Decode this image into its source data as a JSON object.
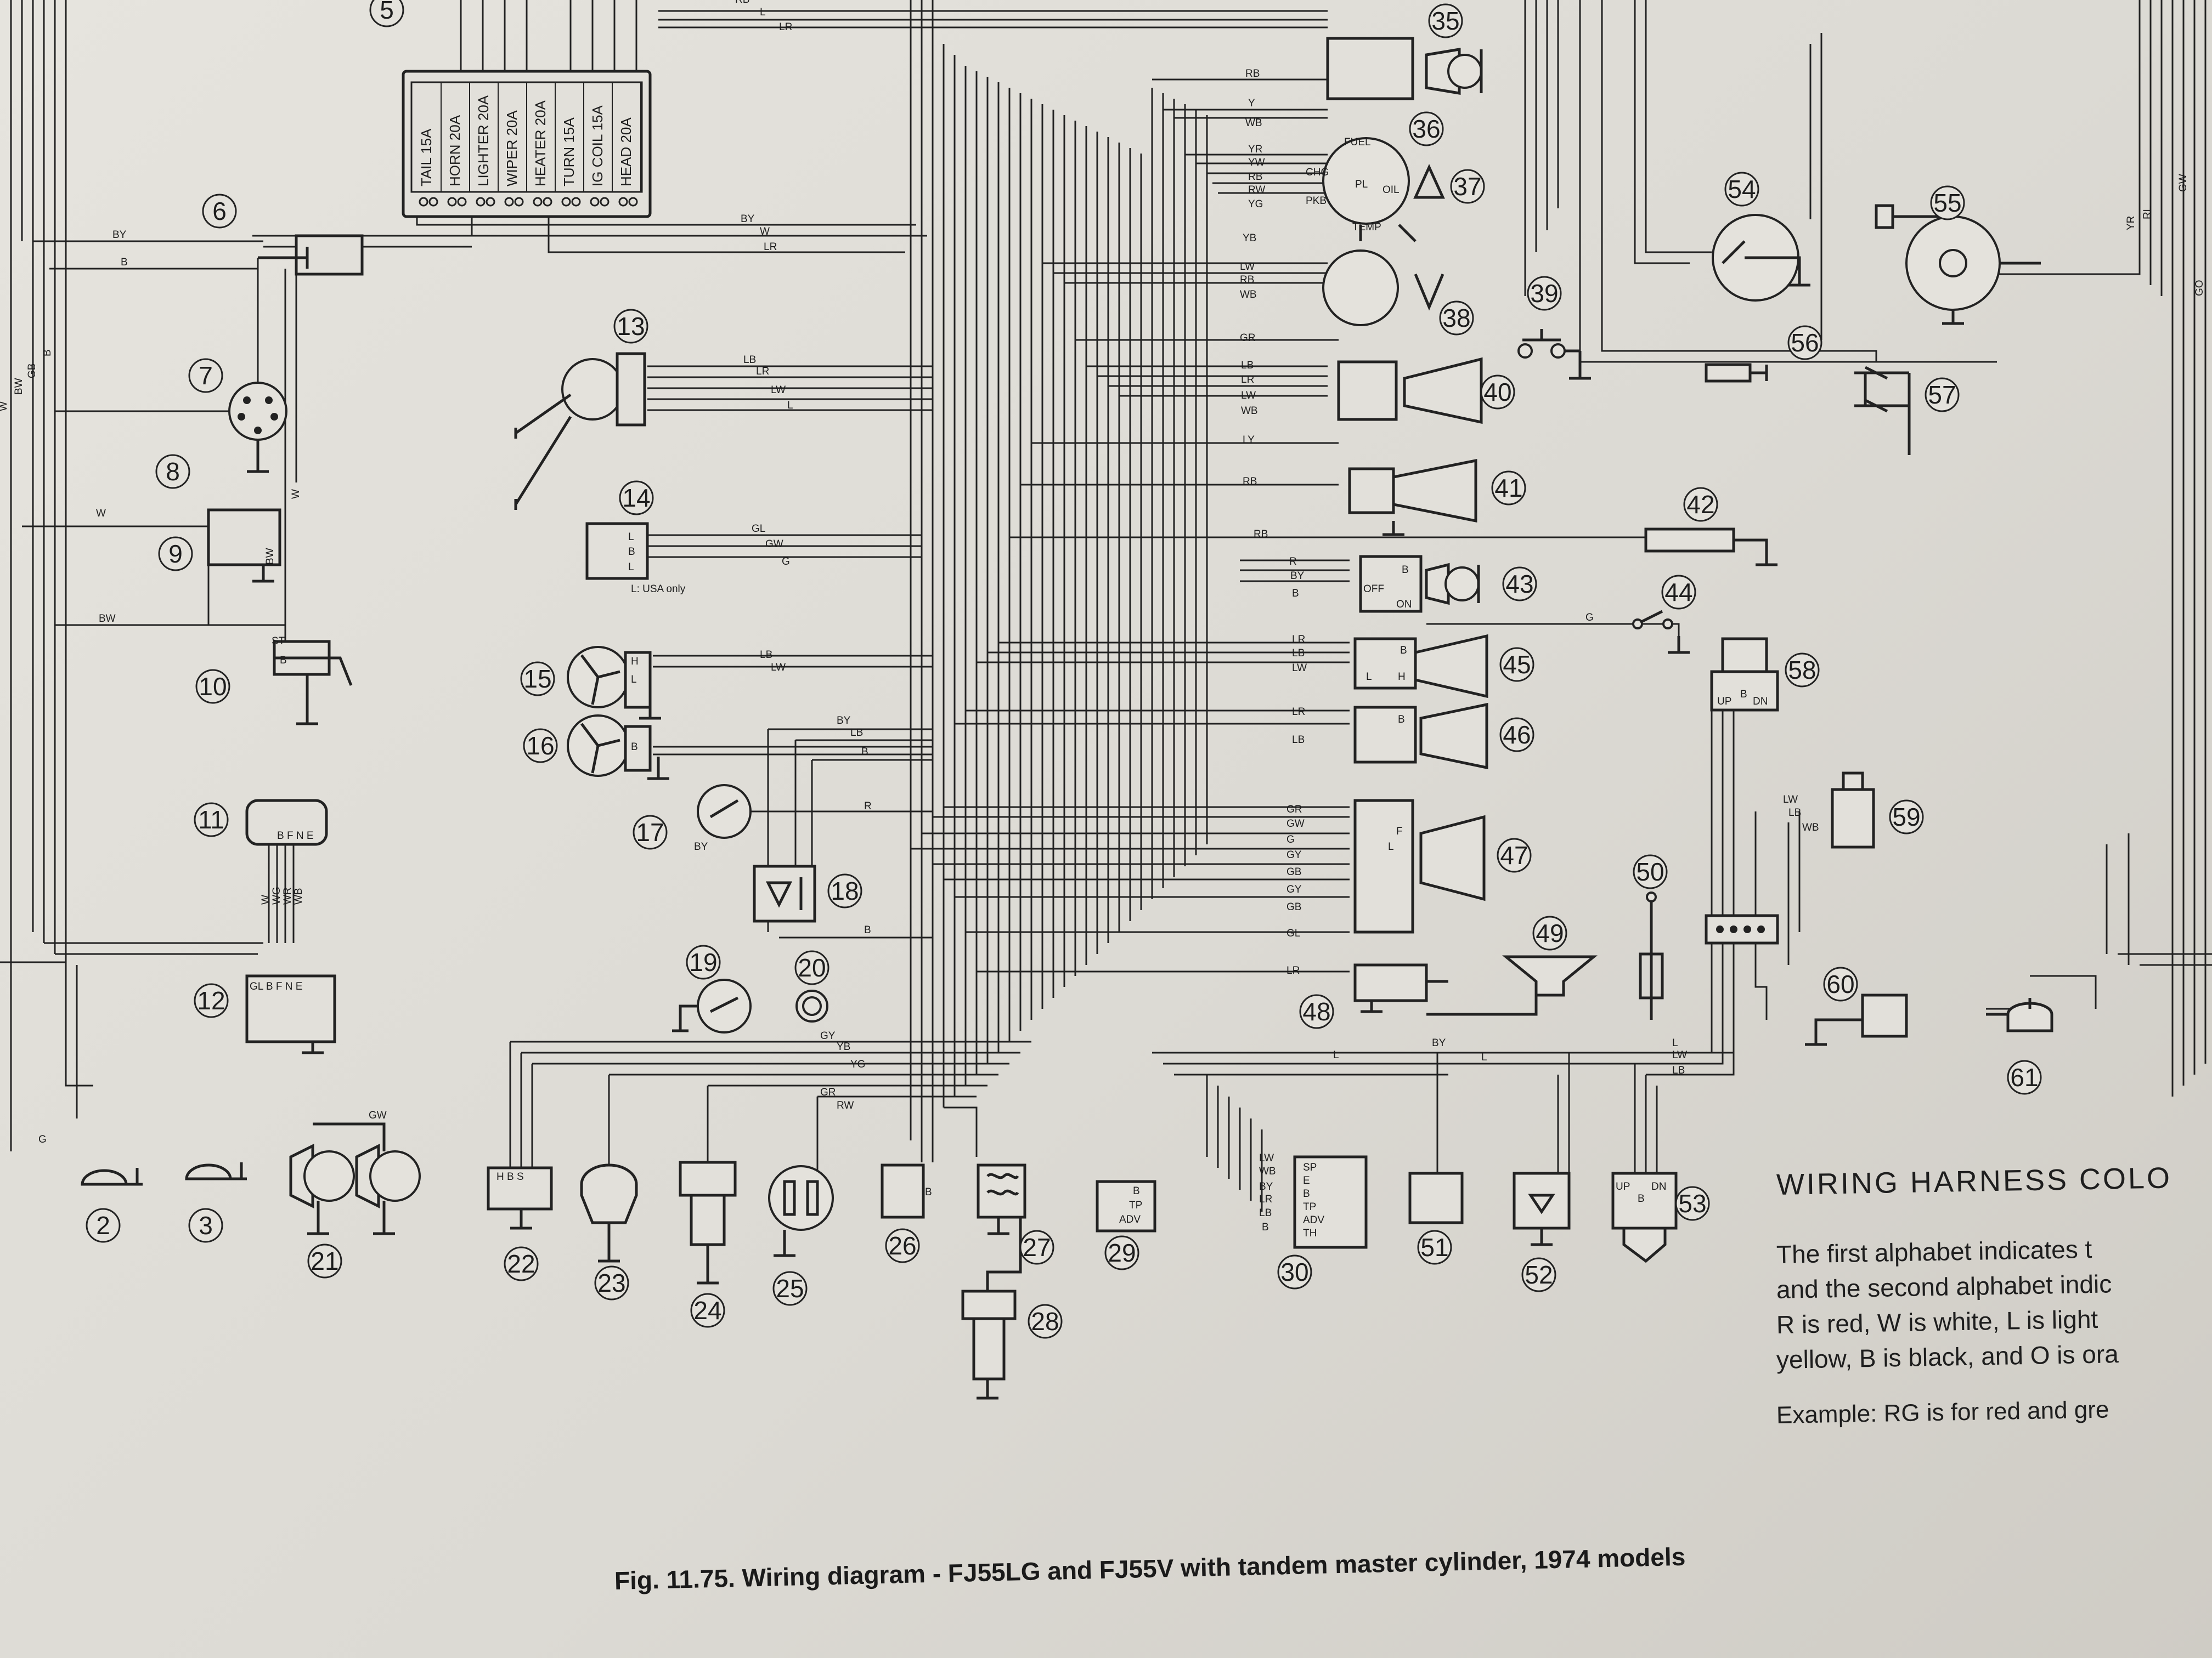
{
  "fuse_box": {
    "fuses": [
      {
        "name": "TAIL",
        "rating": "15A"
      },
      {
        "name": "HORN",
        "rating": "20A"
      },
      {
        "name": "LIGHTER",
        "rating": "20A"
      },
      {
        "name": "WIPER",
        "rating": "20A"
      },
      {
        "name": "HEATER",
        "rating": "20A"
      },
      {
        "name": "TURN",
        "rating": "15A"
      },
      {
        "name": "IG COIL",
        "rating": "15A"
      },
      {
        "name": "HEAD",
        "rating": "20A"
      }
    ]
  },
  "components": [
    {
      "id": "comp-5",
      "label": "5",
      "kind": "fusebox"
    },
    {
      "id": "comp-6",
      "label": "6",
      "kind": "switch"
    },
    {
      "id": "comp-7",
      "label": "7",
      "kind": "socket"
    },
    {
      "id": "comp-8",
      "label": "8",
      "kind": "none"
    },
    {
      "id": "comp-9",
      "label": "9",
      "kind": "relay"
    },
    {
      "id": "comp-10",
      "label": "10",
      "kind": "starter"
    },
    {
      "id": "comp-11",
      "label": "11",
      "kind": "connector"
    },
    {
      "id": "comp-12",
      "label": "12",
      "kind": "box"
    },
    {
      "id": "comp-13",
      "label": "13",
      "kind": "wiper"
    },
    {
      "id": "comp-14",
      "label": "14",
      "kind": "box"
    },
    {
      "id": "comp-15",
      "label": "15",
      "kind": "fan"
    },
    {
      "id": "comp-16",
      "label": "16",
      "kind": "fan"
    },
    {
      "id": "comp-17",
      "label": "17",
      "kind": "switch"
    },
    {
      "id": "comp-18",
      "label": "18",
      "kind": "box"
    },
    {
      "id": "comp-19",
      "label": "19",
      "kind": "switch"
    },
    {
      "id": "comp-20",
      "label": "20",
      "kind": "lamp"
    },
    {
      "id": "comp-21",
      "label": "21",
      "kind": "horn"
    },
    {
      "id": "comp-22",
      "label": "22",
      "kind": "box"
    },
    {
      "id": "comp-23",
      "label": "23",
      "kind": "sensor"
    },
    {
      "id": "comp-24",
      "label": "24",
      "kind": "sensor"
    },
    {
      "id": "comp-25",
      "label": "25",
      "kind": "socket"
    },
    {
      "id": "comp-26",
      "label": "26",
      "kind": "box"
    },
    {
      "id": "comp-27",
      "label": "27",
      "kind": "coil"
    },
    {
      "id": "comp-28",
      "label": "28",
      "kind": "sensor"
    },
    {
      "id": "comp-29",
      "label": "29",
      "kind": "box"
    },
    {
      "id": "comp-30",
      "label": "30",
      "kind": "box"
    },
    {
      "id": "comp-35",
      "label": "35",
      "kind": "switch"
    },
    {
      "id": "comp-36",
      "label": "36",
      "kind": "gauge"
    },
    {
      "id": "comp-37",
      "label": "37",
      "kind": "indicator"
    },
    {
      "id": "comp-38",
      "label": "38",
      "kind": "gauge"
    },
    {
      "id": "comp-39",
      "label": "39",
      "kind": "switch"
    },
    {
      "id": "comp-40",
      "label": "40",
      "kind": "switch"
    },
    {
      "id": "comp-41",
      "label": "41",
      "kind": "switch"
    },
    {
      "id": "comp-42",
      "label": "42",
      "kind": "box"
    },
    {
      "id": "comp-43",
      "label": "43",
      "kind": "switch"
    },
    {
      "id": "comp-44",
      "label": "44",
      "kind": "switch"
    },
    {
      "id": "comp-45",
      "label": "45",
      "kind": "switch"
    },
    {
      "id": "comp-46",
      "label": "46",
      "kind": "switch"
    },
    {
      "id": "comp-47",
      "label": "47",
      "kind": "switch"
    },
    {
      "id": "comp-48",
      "label": "48",
      "kind": "box"
    },
    {
      "id": "comp-49",
      "label": "49",
      "kind": "speaker"
    },
    {
      "id": "comp-50",
      "label": "50",
      "kind": "antenna"
    },
    {
      "id": "comp-51",
      "label": "51",
      "kind": "box"
    },
    {
      "id": "comp-52",
      "label": "52",
      "kind": "box"
    },
    {
      "id": "comp-53",
      "label": "53",
      "kind": "box"
    },
    {
      "id": "comp-54",
      "label": "54",
      "kind": "gauge"
    },
    {
      "id": "comp-55",
      "label": "55",
      "kind": "gauge"
    },
    {
      "id": "comp-56",
      "label": "56",
      "kind": "sensor"
    },
    {
      "id": "comp-57",
      "label": "57",
      "kind": "switch"
    },
    {
      "id": "comp-58",
      "label": "58",
      "kind": "switch"
    },
    {
      "id": "comp-59",
      "label": "59",
      "kind": "box"
    },
    {
      "id": "comp-60",
      "label": "60",
      "kind": "box"
    },
    {
      "id": "comp-61",
      "label": "61",
      "kind": "lamp"
    },
    {
      "id": "comp-2",
      "label": "2",
      "kind": "lamp"
    },
    {
      "id": "comp-3",
      "label": "3",
      "kind": "lamp"
    }
  ],
  "pin_labels": {
    "c36_fuel": "FUEL",
    "c36_chg": "CHG",
    "c36_pkb": "PKB",
    "c36_oil": "OIL",
    "c36_temp": "TEMP",
    "c36_pl": "PL",
    "c14_l1": "L",
    "c14_b": "B",
    "c14_l2": "L",
    "c14_note": "L: USA only",
    "c15_h": "H",
    "c15_l": "L",
    "c16_b": "B",
    "c43_off": "OFF",
    "c43_on": "ON",
    "c43_b": "B",
    "c45_b": "B",
    "c45_l": "L",
    "c45_h": "H",
    "c46_b": "B",
    "c47_f": "F",
    "c47_l": "L",
    "c58_up": "UP",
    "c58_b": "B",
    "c58_dn": "DN",
    "c53_up": "UP",
    "c53_dn": "DN",
    "c53_b": "B",
    "c10_st": "ST",
    "c10_b": "B",
    "c11_pins": "B F N E",
    "c12_pins": "GL B F N E",
    "c22_pins": "H B S",
    "c26_b": "B",
    "c29_b": "B",
    "c29_tp": "TP",
    "c29_adv": "ADV",
    "c30_pins": [
      "SP",
      "E",
      "B",
      "TP",
      "ADV",
      "TH"
    ]
  },
  "wire_labels": {
    "top_rb": "RB",
    "top_l": "L",
    "top_lr": "LR",
    "fuse_by": "BY",
    "fuse_w": "W",
    "fuse_lr": "LR",
    "w6_by": "BY",
    "w6_b": "B",
    "left_w": "W",
    "left_bw": "BW",
    "left_gb": "GB",
    "left_b": "B",
    "left_w2": "W",
    "w9_w": "W",
    "w10_bw": "BW",
    "v_bw": "BW",
    "w13_lb": "LB",
    "w13_lr": "LR",
    "w13_lw": "LW",
    "w13_l": "L",
    "w14_gl": "GL",
    "w14_gw": "GW",
    "w14_g": "G",
    "w15_lb": "LB",
    "w15_lw": "LW",
    "w16_by": "BY",
    "w16_lb": "LB",
    "w16_b": "B",
    "w17_r": "R",
    "w17_by": "BY",
    "w18_b": "B",
    "w11_wl": "W",
    "w11_wg": "WG",
    "w11_wr": "WR",
    "w11_wb": "WB",
    "w22_gy": "GY",
    "w22_yb": "YB",
    "w22_yg": "YG",
    "w25_gr": "GR",
    "w25_rw": "RW",
    "w21_gw": "GW",
    "w2_g": "G",
    "w35_rb": "RB",
    "w36_y": "Y",
    "w36_wb": "WB",
    "w37_yr": "YR",
    "w37_yw": "YW",
    "w37_rb": "RB",
    "w37_rw": "RW",
    "w37_yg": "YG",
    "w38_yb": "YB",
    "w38_lw": "LW",
    "w38_rb": "RB",
    "w38_wb": "WB",
    "w39_gr": "GR",
    "w40_lb": "LB",
    "w40_lr": "LR",
    "w40_lw": "LW",
    "w40_wb": "WB",
    "w41_ly": "LY",
    "w41_rb": "RB",
    "w42_rb": "RB",
    "w43_r": "R",
    "w43_by": "BY",
    "w43_b": "B",
    "w44_g": "G",
    "w45_lr": "LR",
    "w45_lb": "LB",
    "w45_lw": "LW",
    "w46_lr": "LR",
    "w46_lb": "LB",
    "w47_gr": "GR",
    "w47_gw": "GW",
    "w47_g": "G",
    "w47_gy": "GY",
    "w47_gb": "GB",
    "w47_gy2": "GY",
    "w47_gb2": "GB",
    "w47_gl": "GL",
    "w48_lr": "LR",
    "w48_by": "BY",
    "w51_l": "L",
    "w52_l": "L",
    "w53_l": "L",
    "w53_lw": "LW",
    "w53_lb": "LB",
    "w59_lw": "LW",
    "w59_lb": "LB",
    "w59_wb": "WB",
    "w30_lw": "LW",
    "w30_wb": "WB",
    "w30_by": "BY",
    "w30_lr": "LR",
    "w30_lb": "LB",
    "w30_b": "B",
    "right_yr": "YR",
    "right_rl": "RL",
    "right_gw": "GW",
    "right_go": "GO"
  },
  "legend": {
    "heading": "WIRING HARNESS COLO",
    "lines": [
      "The first alphabet indicates t",
      "and the second alphabet indic",
      "R is red, W is white, L is light",
      "yellow, B is black, and O is ora"
    ],
    "example": "Example: RG is for red and gre"
  },
  "caption": "Fig. 11.75. Wiring diagram - FJ55LG and FJ55V with tandem master cylinder, 1974 models"
}
